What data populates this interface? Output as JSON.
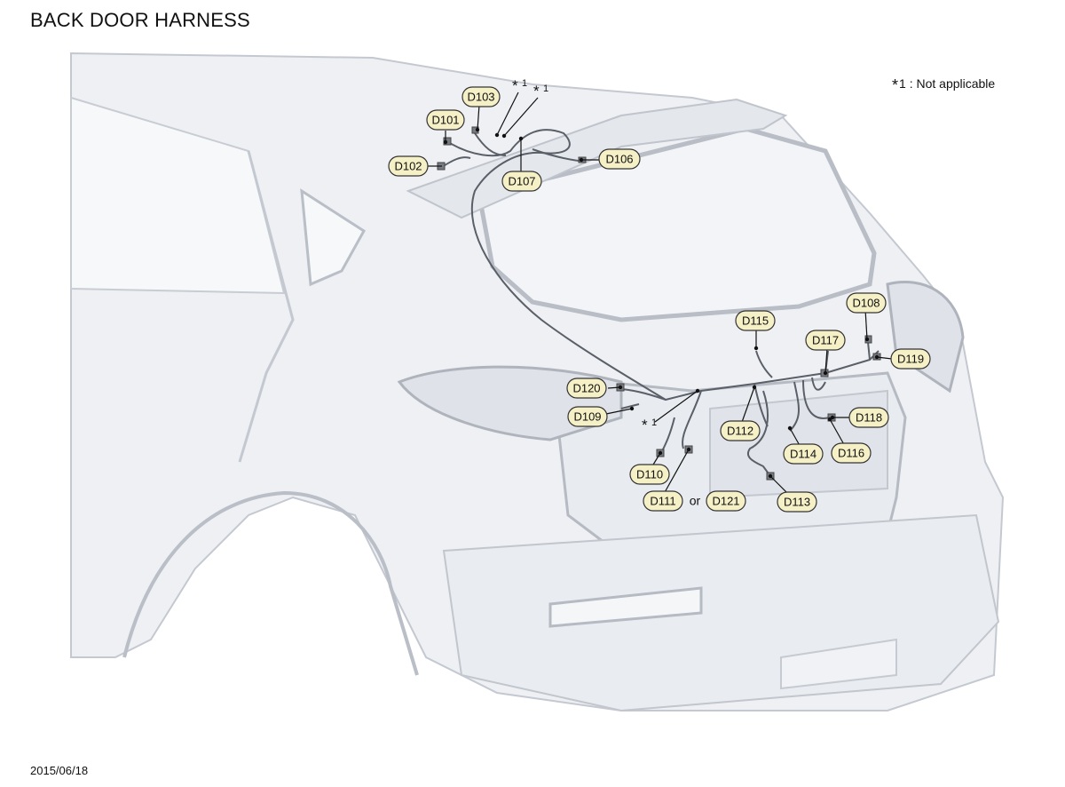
{
  "title": "BACK DOOR HARNESS",
  "date": "2015/06/18",
  "note": {
    "symbol": "*",
    "number": "1",
    "text": " : Not applicable"
  },
  "star_label": {
    "symbol": "*",
    "number": "1"
  },
  "or_text": "or",
  "connectors": {
    "D101": "D101",
    "D102": "D102",
    "D103": "D103",
    "D106": "D106",
    "D107": "D107",
    "D108": "D108",
    "D109": "D109",
    "D110": "D110",
    "D111": "D111",
    "D112": "D112",
    "D113": "D113",
    "D114": "D114",
    "D115": "D115",
    "D116": "D116",
    "D117": "D117",
    "D118": "D118",
    "D119": "D119",
    "D120": "D120",
    "D121": "D121"
  },
  "colors": {
    "callout_fill": "#f6f0c6",
    "callout_stroke": "#333333",
    "body_fill": "#eef0f4",
    "body_stroke": "#c4c8d0",
    "harness": "#5a5f68"
  }
}
